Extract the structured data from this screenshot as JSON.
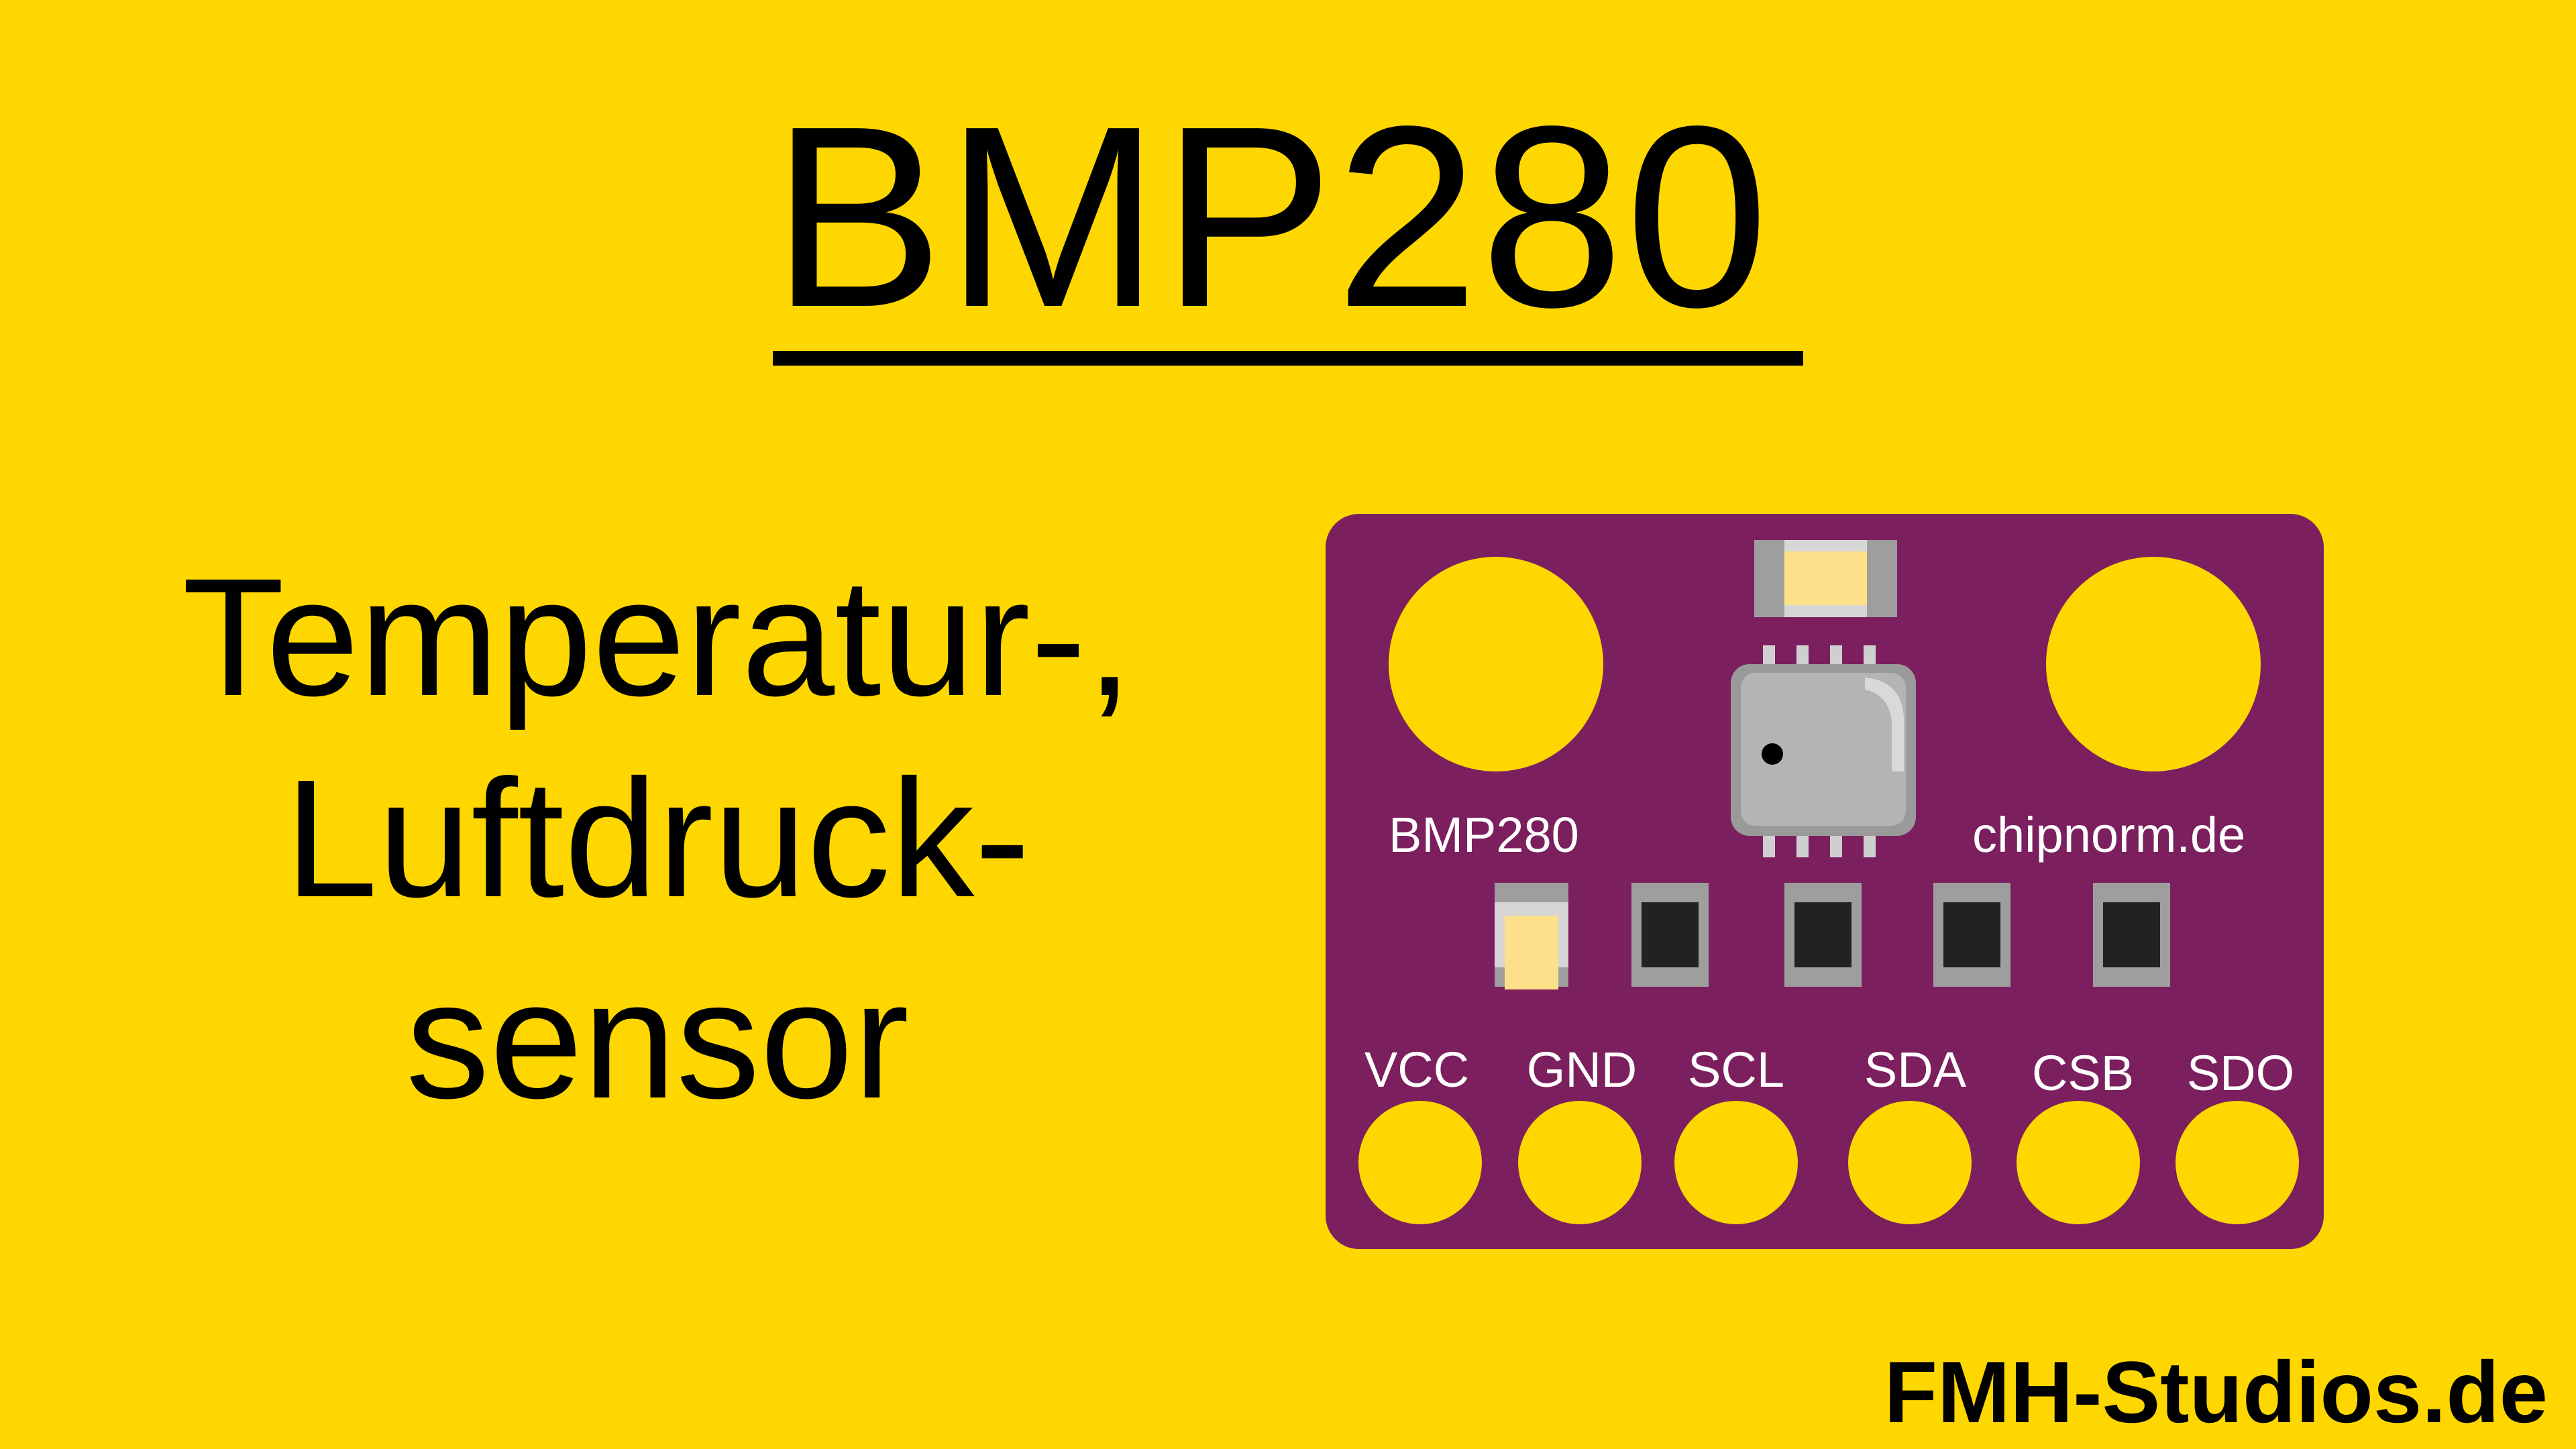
{
  "title": "BMP280",
  "subtitle_lines": [
    "Temperatur-,",
    "Luftdruck-",
    "sensor"
  ],
  "footer": "FMH-Studios.de",
  "board": {
    "chip_label": "BMP280",
    "website_label": "chipnorm.de",
    "pins": [
      "VCC",
      "GND",
      "SCL",
      "SDA",
      "CSB",
      "SDO"
    ],
    "colors": {
      "pcb": "#7B1F5E",
      "pad": "#FFD700",
      "background": "#FFD700",
      "chip": "#A8A8A8",
      "resistor": "#222222",
      "led": "#FFE08A"
    }
  }
}
